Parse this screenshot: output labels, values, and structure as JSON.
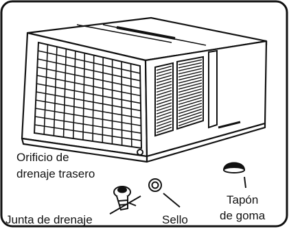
{
  "labels": {
    "rear_drain_hole_line1": "Orificio de",
    "rear_drain_hole_line2": "drenaje trasero",
    "drain_joint": "Junta de drenaje",
    "seal": "Sello",
    "rubber_plug_line1": "Tapón",
    "rubber_plug_line2": "de goma"
  },
  "colors": {
    "line": "#111111",
    "background": "#ffffff"
  }
}
